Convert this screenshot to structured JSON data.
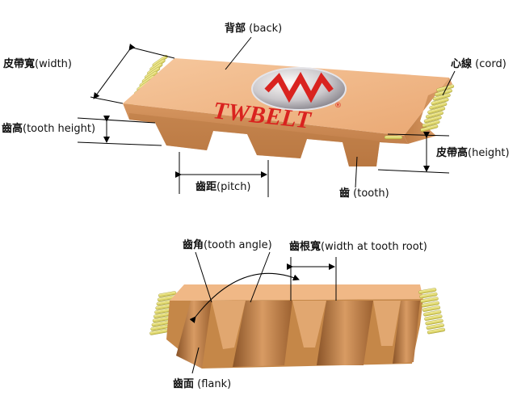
{
  "brand": {
    "logo_text": "TWBELT",
    "registered_mark": "®"
  },
  "labels": {
    "back": {
      "zh": "背部",
      "en": "(back)"
    },
    "width": {
      "zh": "皮帶寬",
      "en": "(width)"
    },
    "cord": {
      "zh": "心線",
      "en": "(cord)"
    },
    "tooth_height": {
      "zh": "齒高",
      "en": "(tooth height)"
    },
    "height": {
      "zh": "皮帶高",
      "en": "(height)"
    },
    "pitch": {
      "zh": "齒距",
      "en": "(pitch)"
    },
    "tooth": {
      "zh": "齒",
      "en": "(tooth)"
    },
    "tooth_angle": {
      "zh": "齒角",
      "en": "(tooth angle)"
    },
    "width_at_root": {
      "zh": "齒根寬",
      "en": "(width at tooth root)"
    },
    "flank": {
      "zh": "齒面",
      "en": "(flank)"
    }
  },
  "colors": {
    "belt_top": "#f2b98a",
    "belt_front": "#c98a52",
    "belt_dark": "#a86a3a",
    "cord": "#e8e070",
    "logo_red": "#d9231f",
    "line": "#000000"
  }
}
